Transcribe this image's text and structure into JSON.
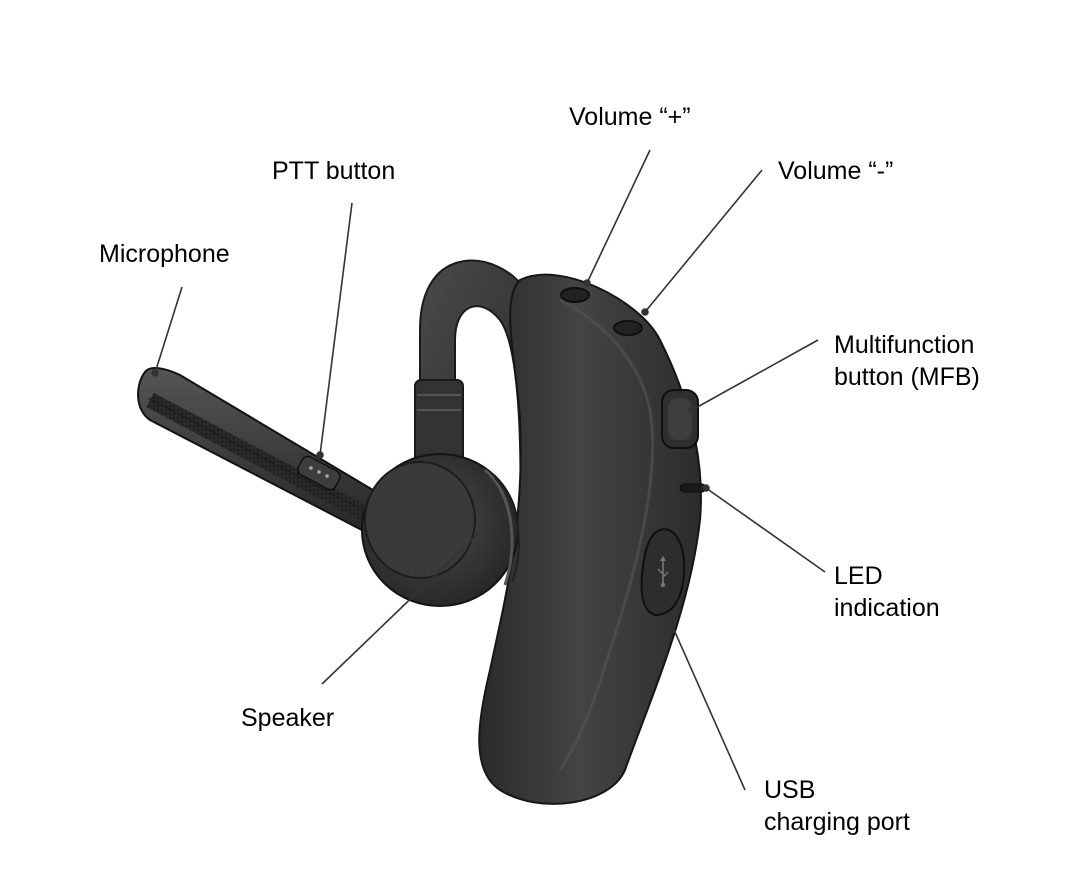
{
  "labels": {
    "volume_up": "Volume “+”",
    "ptt": "PTT button",
    "volume_down": "Volume “-”",
    "microphone": "Microphone",
    "mfb": [
      "Multifunction",
      "button (MFB)"
    ],
    "led": [
      "LED",
      "indication"
    ],
    "speaker": "Speaker",
    "usb": [
      "USB",
      "charging port"
    ]
  },
  "colors": {
    "background": "#ffffff",
    "text": "#000000",
    "leader_line": "#333333",
    "headset_body": "#3a3a3a",
    "headset_shadow": "#1f1f1f",
    "headset_highlight": "#5a5a5a"
  },
  "icons": {
    "product": "bluetooth-headset",
    "usb_port": "usb-icon"
  }
}
